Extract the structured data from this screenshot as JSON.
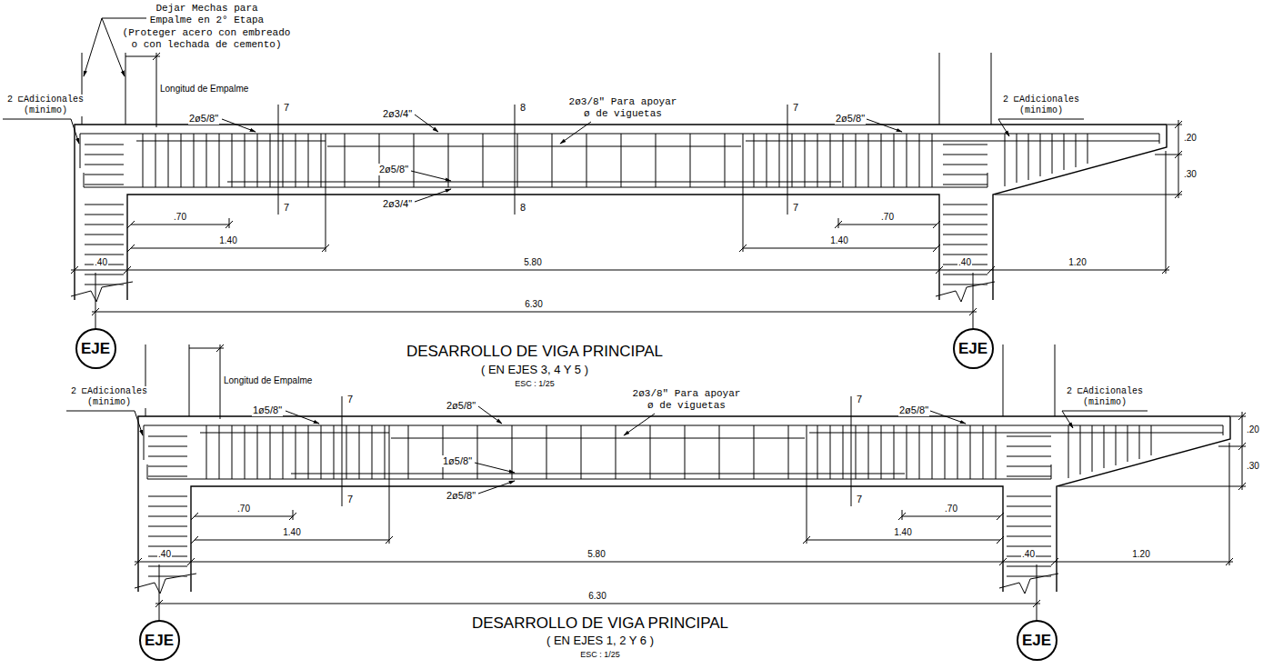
{
  "diagram": {
    "nodes": [
      {
        "text": [
          "EJE"
        ]
      },
      {
        "text": [
          "EJE"
        ]
      },
      {
        "text": [
          "EJE"
        ]
      },
      {
        "text": [
          "EJE"
        ]
      }
    ],
    "labels": [
      "Dejar Mechas para Empalme en 2° Etapa",
      "(Proteger acero con embreado o con lechada de cemento)",
      "Longitud de Empalme",
      "2 ⊏Adicionales (minimo)",
      "2ø5/8\"",
      "2ø3/4\"",
      "2ø3/8\" Para apoyar ø de viguetas",
      "2ø5/8\"",
      "2 ⊏Adicionales (minimo)",
      "7",
      "8",
      "7",
      "7",
      "8",
      "7",
      "2ø5/8\"",
      "2ø3/4\"",
      ".20",
      ".30",
      ".70",
      "1.40",
      ".70",
      "1.40",
      ".40",
      "5.80",
      ".40",
      "1.20",
      "6.30",
      "DESARROLLO DE VIGA PRINCIPAL",
      "( EN EJES  3, 4 Y 5 )",
      "ESC : 1/25",
      "Longitud de Empalme",
      "2 ⊏Adicionales (minimo)",
      "1ø5/8\"",
      "2ø5/8\"",
      "2ø3/8\" Para apoyar ø de viguetas",
      "2ø5/8\"",
      "2 ⊏Adicionales (minimo)",
      "7",
      "7",
      "7",
      "7",
      "1ø5/8\"",
      "2ø5/8\"",
      ".20",
      ".30",
      ".70",
      "1.40",
      ".70",
      "1.40",
      ".40",
      "5.80",
      ".40",
      "1.20",
      "6.30",
      "DESARROLLO DE VIGA PRINCIPAL",
      "( EN EJES  1, 2 Y 6 )",
      "ESC : 1/25"
    ]
  }
}
